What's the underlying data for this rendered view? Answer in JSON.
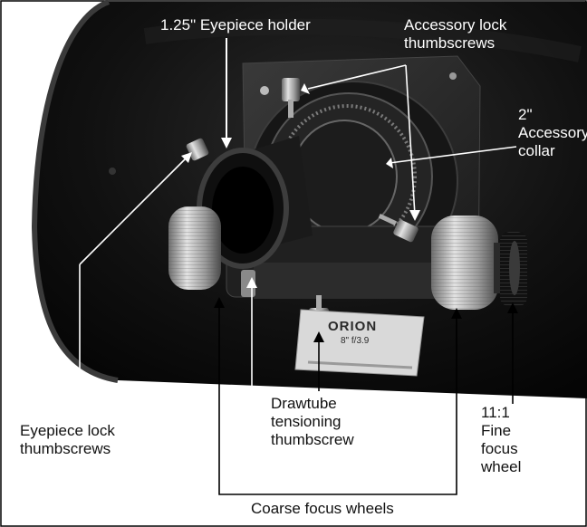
{
  "image": {
    "description_kind": "labeled product photograph",
    "colors": {
      "tube": "#0d0d0d",
      "mount_plate": "#2b2b2b",
      "knurled_metal": "#b8b8b8",
      "leader_line": "#000000",
      "label_on_dark": "#ffffff",
      "label_on_light": "#111111"
    }
  },
  "labels": {
    "eyepiece_holder": "1.25\" Eyepiece holder",
    "accessory_lock": "Accessory lock\nthumbscrews",
    "accessory_collar": "2\"\nAccessory\ncollar",
    "eyepiece_lock": "Eyepiece lock\nthumbscrews",
    "drawtube": "Drawtube\ntensioning\nthumbscrew",
    "fine_focus": "11:1\nFine\nfocus\nwheel",
    "coarse_focus": "Coarse focus wheels"
  },
  "brand_plate": {
    "name": "ORION",
    "line2": "8\" f/3.9"
  }
}
